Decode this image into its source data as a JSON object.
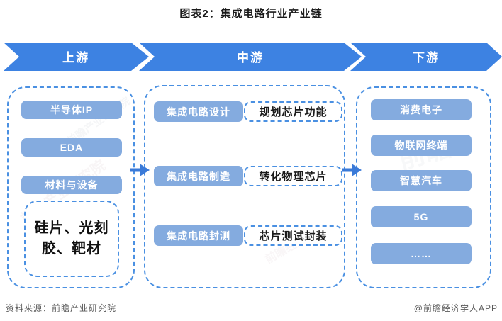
{
  "title": "图表2：集成电路行业产业链",
  "banner": {
    "segments": [
      "上游",
      "中游",
      "下游"
    ]
  },
  "upstream": {
    "items": [
      "半导体IP",
      "EDA",
      "材料与设备"
    ],
    "materials_note": "硅片、光刻\n胶、靶材"
  },
  "midstream": {
    "rows": [
      {
        "stage": "集成电路设计",
        "desc": "规划芯片功能"
      },
      {
        "stage": "集成电路制造",
        "desc": "转化物理芯片"
      },
      {
        "stage": "集成电路封测",
        "desc": "芯片测试封装"
      }
    ]
  },
  "downstream": {
    "items": [
      "消费电子",
      "物联网终端",
      "智慧汽车",
      "5G",
      "……"
    ]
  },
  "footer": {
    "source": "资料来源：前瞻产业研究院",
    "credit": "@前瞻经济学人APP"
  },
  "watermarks": [
    "前瞻产业研究院",
    "前瞻",
    "前瞻产业研究院",
    "前瞻经济学人"
  ],
  "colors": {
    "ribbon_blue": "#3d82e2",
    "box_blue": "#84abdf",
    "dashed_border_blue": "#4a90e2",
    "arrow_blue": "#3a7ad8",
    "footer_gray": "#595959"
  }
}
